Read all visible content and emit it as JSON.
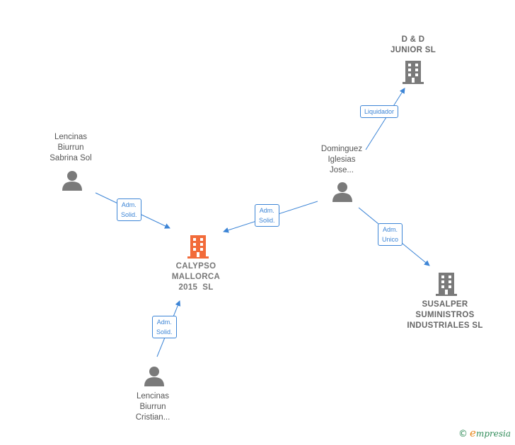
{
  "nodes": {
    "dd_junior": {
      "line1": "D & D",
      "line2": "JUNIOR SL"
    },
    "lencinas_sabrina": {
      "line1": "Lencinas",
      "line2": "Biurrun",
      "line3": "Sabrina Sol"
    },
    "dominguez": {
      "line1": "Dominguez",
      "line2": "Iglesias",
      "line3": "Jose..."
    },
    "calypso": {
      "line1": "CALYPSO",
      "line2": "MALLORCA",
      "line3": "2015  SL"
    },
    "susalper": {
      "line1": "SUSALPER",
      "line2": "SUMINISTROS",
      "line3": "INDUSTRIALES SL"
    },
    "lencinas_cristian": {
      "line1": "Lencinas",
      "line2": "Biurrun",
      "line3": "Cristian..."
    }
  },
  "edges": {
    "liquidador": {
      "line1": "Liquidador"
    },
    "adm_solid_sabrina": {
      "line1": "Adm.",
      "line2": "Solid."
    },
    "adm_solid_dominguez": {
      "line1": "Adm.",
      "line2": "Solid."
    },
    "adm_unico": {
      "line1": "Adm.",
      "line2": "Unico"
    },
    "adm_solid_cristian": {
      "line1": "Adm.",
      "line2": "Solid."
    }
  },
  "colors": {
    "edge": "#3d85d6",
    "building": "#7a7a7a",
    "building_main": "#f26b3a",
    "person": "#7a7a7a"
  },
  "icons": {
    "company": "building-icon",
    "person": "person-icon"
  },
  "brand": {
    "copyright": "©",
    "first_letter": "e",
    "rest": "mpresia"
  }
}
